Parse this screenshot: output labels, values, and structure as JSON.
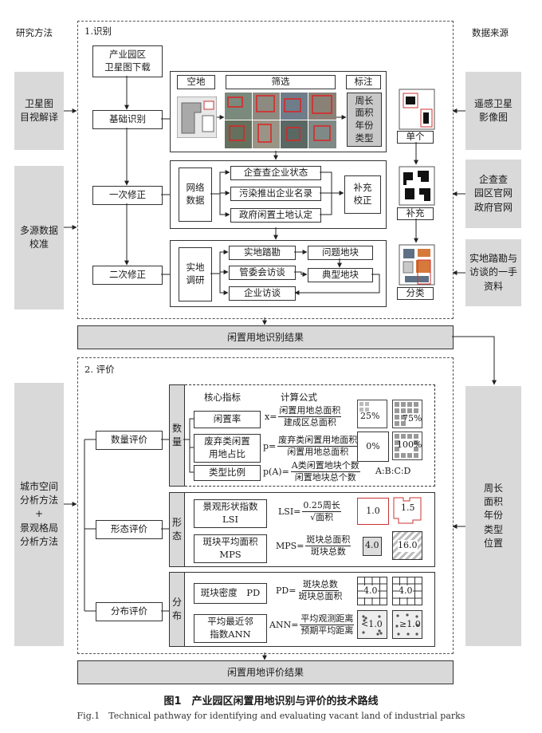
{
  "headers": {
    "left": "研究方法",
    "right": "数据来源"
  },
  "section1": {
    "title": "1.识别",
    "download": "产业园区\n卫星图下载",
    "basic": "基础识别",
    "first": "一次修正",
    "second": "二次修正",
    "labels": {
      "vacant": "空地",
      "filter": "筛选",
      "mark": "标注"
    },
    "mark_attrs": "周长\n面积\n年份\n类型",
    "network": "网络\n数据",
    "net_items": [
      "企查查企业状态",
      "污染推出企业名录",
      "政府闲置土地认定"
    ],
    "supplement": "补充\n校正",
    "survey": "实地\n调研",
    "survey_items": [
      "实地踏勘",
      "管委会访谈",
      "企业访谈"
    ],
    "problem": "问题地块",
    "typical": "典型地块",
    "single": "单个",
    "supp": "补充",
    "classify": "分类"
  },
  "methods": {
    "visual": "卫星图\n目视解译",
    "multi": "多源数据\n校准",
    "urban": "城市空间\n分析方法\n+\n景观格局\n分析方法"
  },
  "sources": {
    "remote": "遥感卫星\n影像图",
    "qichacha": "企查查\n园区官网\n政府官网",
    "field": "实地踏勘与\n访谈的一手\n资料",
    "attrs": "周长\n面积\n年份\n类型\n位置"
  },
  "result1": "闲置用地识别结果",
  "section2": {
    "title": "2. 评价",
    "quantity_eval": "数量评价",
    "form_eval": "形态评价",
    "dist_eval": "分布评价",
    "quantity": "数\n量",
    "form": "形\n态",
    "dist": "分\n布",
    "core": "核心指标",
    "calc": "计算公式",
    "vacancy_rate": "闲置率",
    "x_eq": "x=",
    "vr_num": "闲置用地总面积",
    "vr_den": "建成区总面积",
    "waste": "废弃类闲置\n用地占比",
    "p_eq": "p=",
    "w_num": "废弃类闲置用地面积",
    "w_den": "闲置用地总面积",
    "type_ratio": "类型比例",
    "pa_eq": "p(A)=",
    "t_num": "A类闲置地块个数",
    "t_den": "闲置地块总个数",
    "ratio": "A:B:C:D",
    "p25": "25%",
    "p75": "75%",
    "p0": "0%",
    "p100": "100%",
    "lsi": "景观形状指数\nLSI",
    "lsi_eq": "LSI=",
    "lsi_num": "0.25周长",
    "lsi_den": "面积",
    "v10": "1.0",
    "v15": "1.5",
    "mps": "斑块平均面积\nMPS",
    "mps_eq": "MPS=",
    "mps_num": "斑块总面积",
    "mps_den": "斑块总数",
    "v40": "4.0",
    "v160": "16.0",
    "pd": "斑块密度　PD",
    "pd_eq": "PD=",
    "pd_num": "斑块总数",
    "pd_den": "斑块总面积",
    "ann": "平均最近邻\n指数ANN",
    "ann_eq": "ANN=",
    "ann_num": "平均观测距离",
    "ann_den": "预期平均距离",
    "lt1": "<1.0",
    "ge1": "≥1.0"
  },
  "result2": "闲置用地评价结果",
  "caption": {
    "zh": "图1　产业园区闲置用地识别与评价的技术路线",
    "en": "Fig.1　Technical pathway for identifying and evaluating vacant land of industrial parks"
  }
}
